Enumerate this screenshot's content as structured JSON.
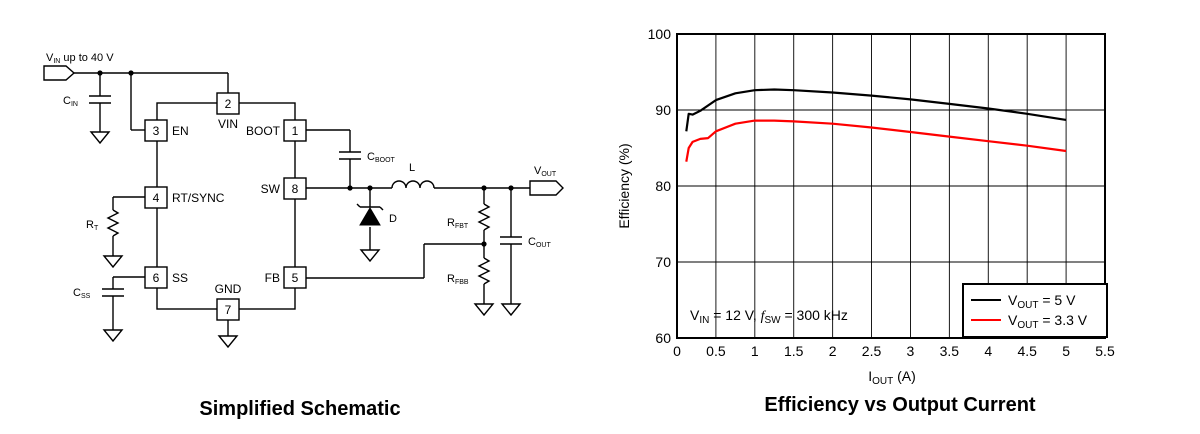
{
  "schematic": {
    "caption": "Simplified Schematic",
    "vin_label": {
      "main": "V",
      "sub": "IN",
      "rest": " up to 40 V"
    },
    "vout_label": {
      "main": "V",
      "sub": "OUT"
    },
    "pins": [
      {
        "num": "1",
        "name": "BOOT"
      },
      {
        "num": "2",
        "name": "VIN"
      },
      {
        "num": "3",
        "name": "EN"
      },
      {
        "num": "4",
        "name": "RT/SYNC"
      },
      {
        "num": "5",
        "name": "FB"
      },
      {
        "num": "6",
        "name": "SS"
      },
      {
        "num": "7",
        "name": "GND"
      },
      {
        "num": "8",
        "name": "SW"
      }
    ],
    "components": {
      "cin": {
        "main": "C",
        "sub": "IN"
      },
      "cboot": {
        "main": "C",
        "sub": "BOOT"
      },
      "l": "L",
      "d": "D",
      "rt": {
        "main": "R",
        "sub": "T"
      },
      "css": {
        "main": "C",
        "sub": "SS"
      },
      "rfbt": {
        "main": "R",
        "sub": "FBT"
      },
      "rfbb": {
        "main": "R",
        "sub": "FBB"
      },
      "cout": {
        "main": "C",
        "sub": "OUT"
      }
    }
  },
  "chart_data": {
    "type": "line",
    "caption": "Efficiency vs Output Current",
    "xlabel": {
      "main": "I",
      "sub": "OUT",
      "rest": " (A)"
    },
    "ylabel": "Efficiency (%)",
    "xlim": [
      0,
      5.5
    ],
    "ylim": [
      60,
      100
    ],
    "xticks": [
      "0",
      "0.5",
      "1",
      "1.5",
      "2",
      "2.5",
      "3",
      "3.5",
      "4",
      "4.5",
      "5",
      "5.5"
    ],
    "yticks": [
      "60",
      "70",
      "80",
      "90",
      "100"
    ],
    "grid": true,
    "legend_position": "bottom-right",
    "annotation": "V_IN = 12 V, f_SW = 300 kHz",
    "annotation_parts": {
      "v": "V",
      "v_sub": "IN",
      "mid": " = 12 V, ",
      "f": "f",
      "f_sub": "SW",
      "end": " = 300 kHz"
    },
    "series": [
      {
        "name": "VOUT = 5 V",
        "legend": {
          "main": "V",
          "sub": "OUT",
          "rest": " = 5 V"
        },
        "color": "#000000",
        "x": [
          0.12,
          0.15,
          0.2,
          0.3,
          0.5,
          0.75,
          1.0,
          1.25,
          1.5,
          2.0,
          2.5,
          3.0,
          3.5,
          4.0,
          4.5,
          5.0
        ],
        "y": [
          87.2,
          89.5,
          89.4,
          89.9,
          91.3,
          92.2,
          92.6,
          92.7,
          92.6,
          92.3,
          91.9,
          91.4,
          90.8,
          90.2,
          89.5,
          88.7
        ]
      },
      {
        "name": "VOUT = 3.3 V",
        "legend": {
          "main": "V",
          "sub": "OUT",
          "rest": " = 3.3 V"
        },
        "color": "#ff0000",
        "x": [
          0.12,
          0.15,
          0.2,
          0.3,
          0.4,
          0.5,
          0.75,
          1.0,
          1.25,
          1.5,
          2.0,
          2.5,
          3.0,
          3.5,
          4.0,
          4.5,
          5.0
        ],
        "y": [
          83.2,
          85.0,
          85.8,
          86.2,
          86.3,
          87.2,
          88.2,
          88.6,
          88.6,
          88.5,
          88.2,
          87.7,
          87.1,
          86.5,
          85.9,
          85.3,
          84.6
        ]
      }
    ]
  }
}
